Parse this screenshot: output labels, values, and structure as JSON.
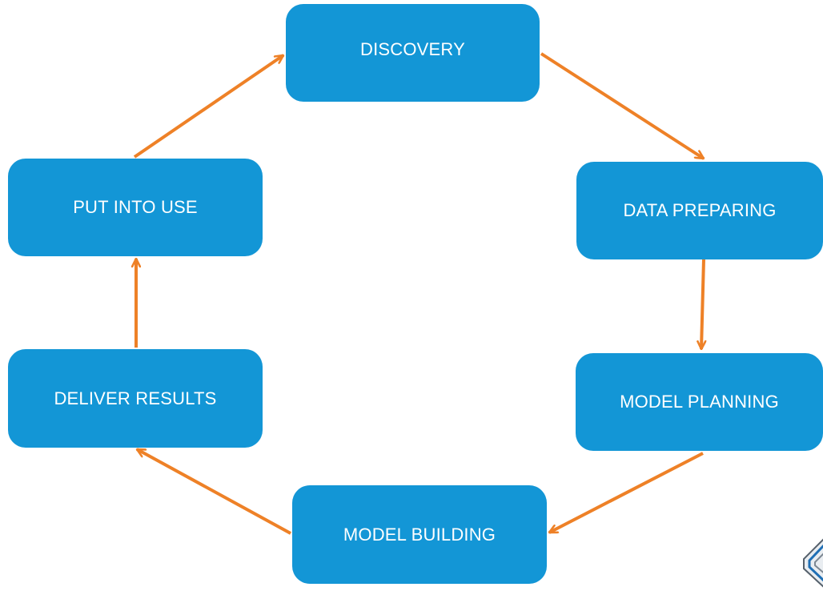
{
  "stages": [
    {
      "id": "discovery",
      "label": "DISCOVERY"
    },
    {
      "id": "data_preparing",
      "label": "DATA PREPARING"
    },
    {
      "id": "model_planning",
      "label": "MODEL PLANNING"
    },
    {
      "id": "model_building",
      "label": "MODEL BUILDING"
    },
    {
      "id": "deliver_results",
      "label": "DELIVER RESULTS"
    },
    {
      "id": "put_into_use",
      "label": "PUT INTO USE"
    }
  ],
  "flow": [
    {
      "from": "discovery",
      "to": "data_preparing"
    },
    {
      "from": "data_preparing",
      "to": "model_planning"
    },
    {
      "from": "model_planning",
      "to": "model_building"
    },
    {
      "from": "model_building",
      "to": "deliver_results"
    },
    {
      "from": "deliver_results",
      "to": "put_into_use"
    },
    {
      "from": "put_into_use",
      "to": "discovery"
    }
  ],
  "colors": {
    "box_fill": "#1396d6",
    "box_text": "#ffffff",
    "arrow": "#ee8127",
    "background": "#ffffff"
  },
  "logo": {
    "icon": "corner-logo-icon"
  }
}
